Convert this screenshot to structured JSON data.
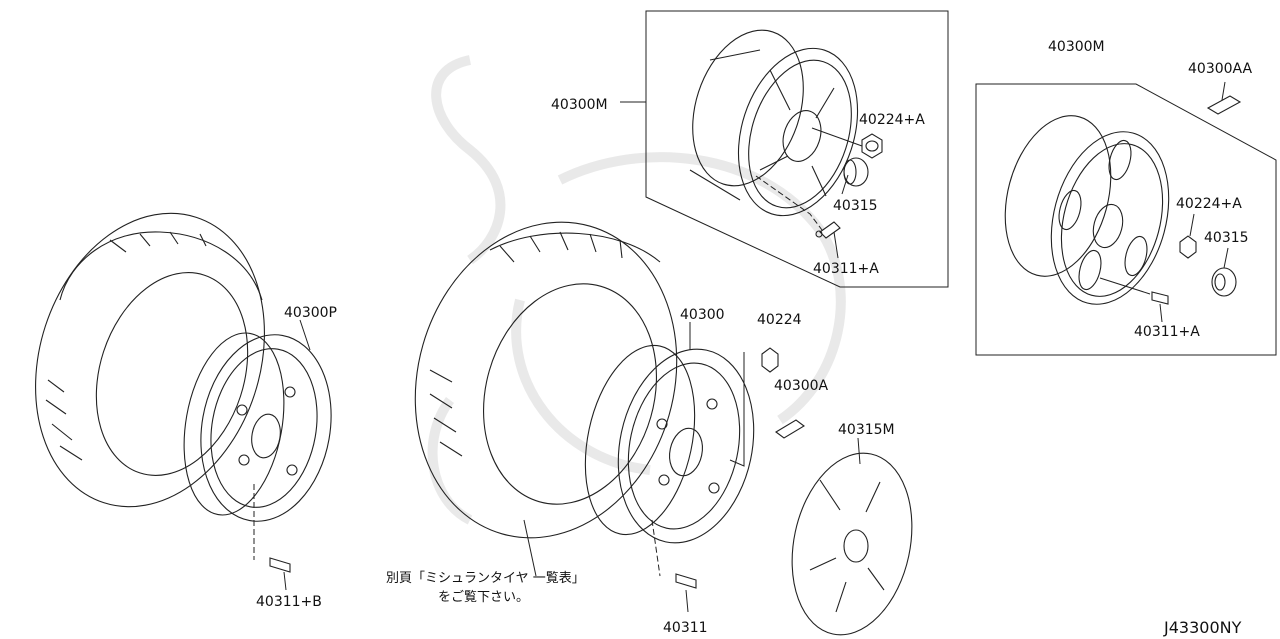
{
  "parts": {
    "p40300M_top": "40300M",
    "p40224A_top": "40224+A",
    "p40315_top": "40315",
    "p40311A_top": "40311+A",
    "p40300M_right": "40300M",
    "p40300AA": "40300AA",
    "p40224A_right": "40224+A",
    "p40315_right": "40315",
    "p40311A_right": "40311+A",
    "p40300P": "40300P",
    "p40311B": "40311+B",
    "p40300": "40300",
    "p40224": "40224",
    "p40300A": "40300A",
    "p40315M": "40315M",
    "p40311": "40311"
  },
  "note": {
    "line1": "別頁「ミシュランタイヤ 一覧表」",
    "line2": "をご覧下さい。"
  },
  "diagram_code": "J43300NY"
}
